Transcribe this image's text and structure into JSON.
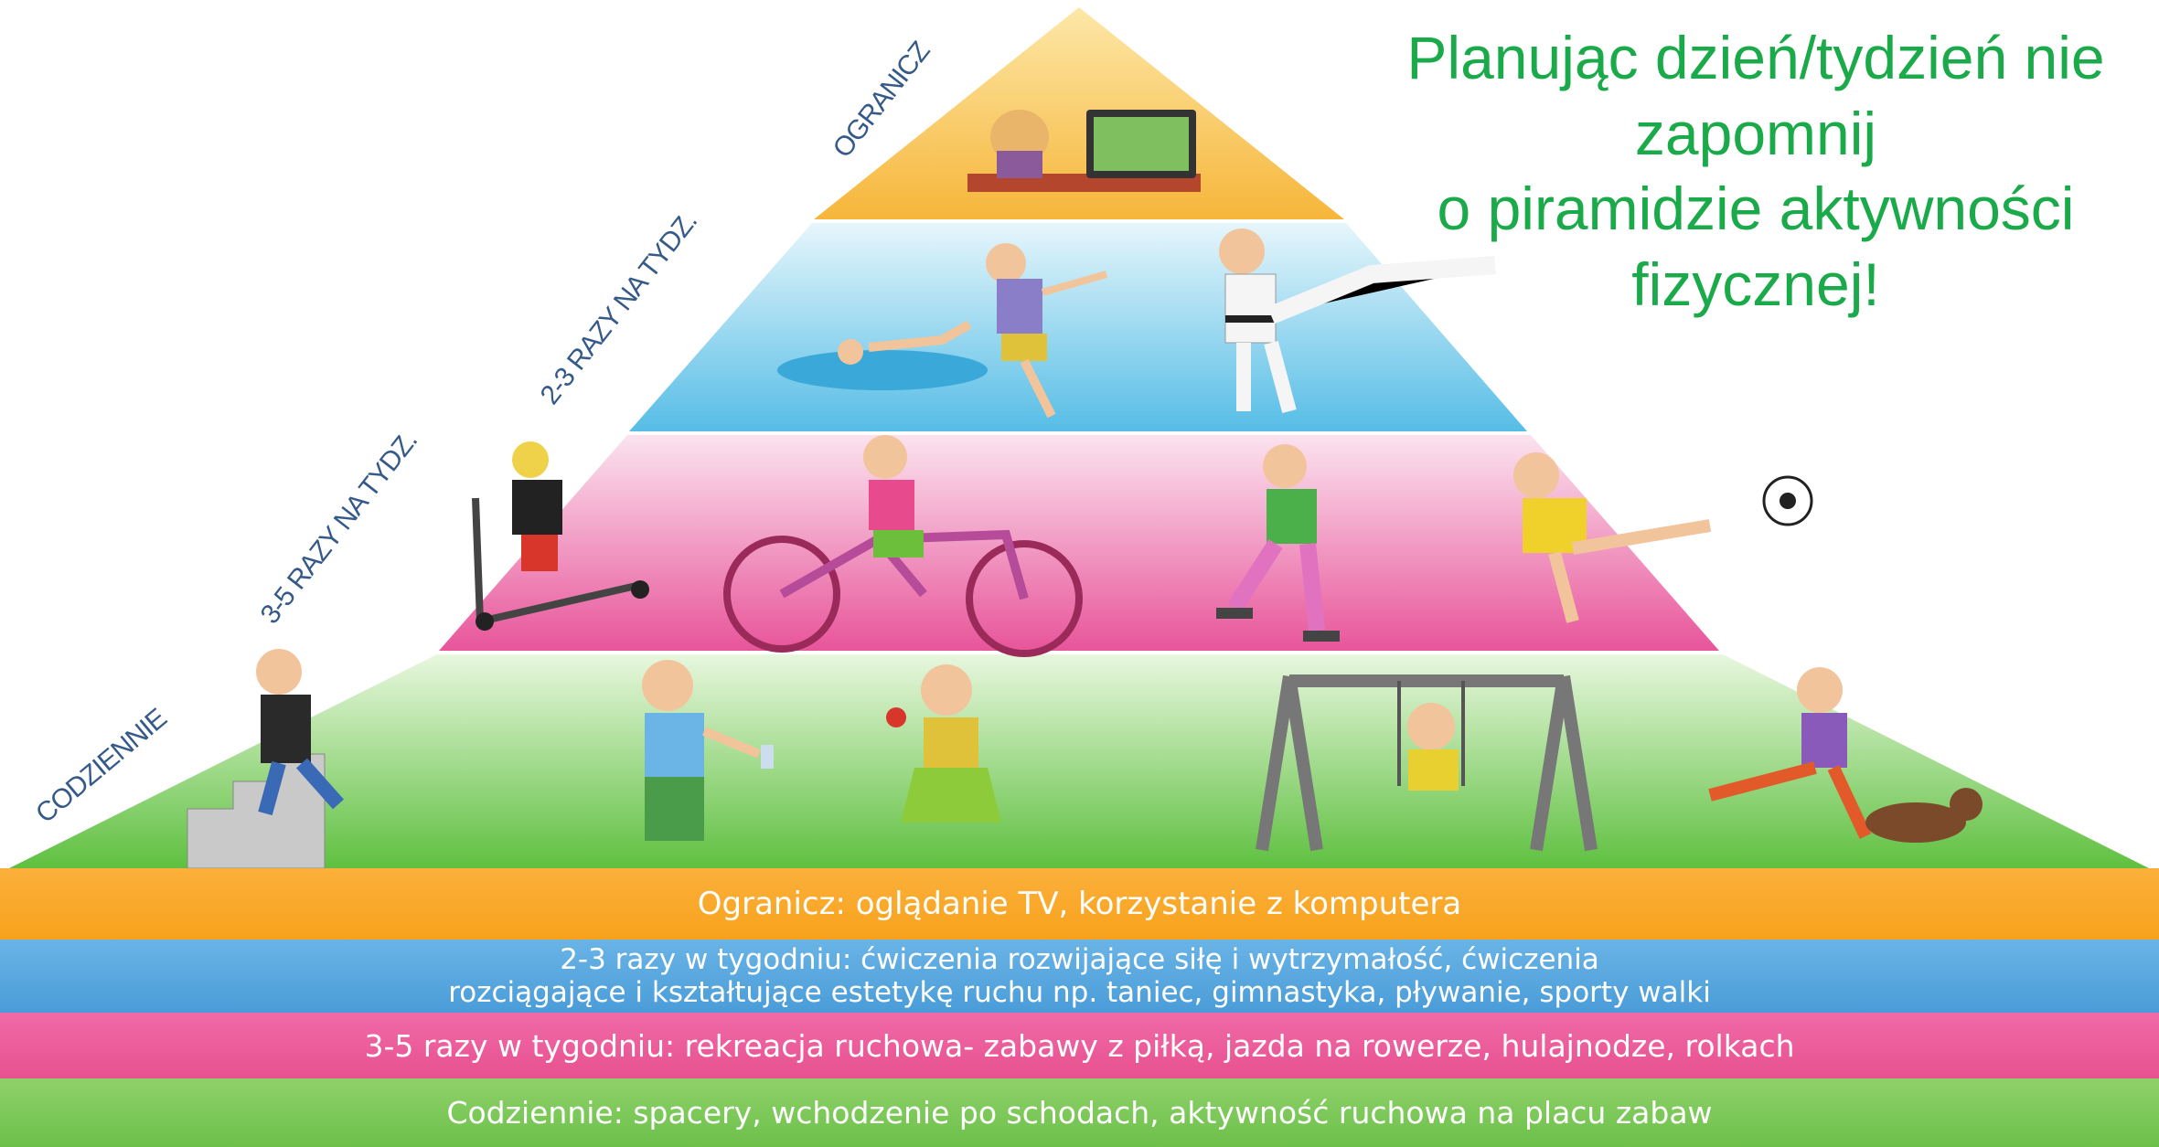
{
  "headline": {
    "line1": "Planując dzień/tydzień nie",
    "line2": "zapomnij",
    "line3": "o piramidzie aktywności",
    "line4": "fizycznej!"
  },
  "pyramid": {
    "tiers": [
      {
        "label": "OGRANICZ",
        "color": "#f9c24a"
      },
      {
        "label": "2-3 RAZY NA TYDZ.",
        "color": "#8fd3ef"
      },
      {
        "label": "3-5 RAZY NA TYDZ.",
        "color": "#f28cbf"
      },
      {
        "label": "CODZIENNIE",
        "color": "#8ed36e"
      }
    ]
  },
  "legend": {
    "ogranicz": "Ogranicz: oglądanie TV, korzystanie z komputera",
    "razy23_line1": "2-3 razy w tygodniu: ćwiczenia rozwijające siłę i wytrzymałość, ćwiczenia",
    "razy23_line2": "rozciągające i kształtujące estetykę ruchu np. taniec, gimnastyka, pływanie, sporty walki",
    "razy35": "3-5 razy w tygodniu: rekreacja ruchowa- zabawy z piłką, jazda na rowerze, hulajnodze, rolkach",
    "codziennie": "Codziennie: spacery, wchodzenie po schodach, aktywność ruchowa na placu zabaw"
  },
  "illustrations": [
    {
      "tier": "OGRANICZ",
      "items": [
        "watching-tv"
      ]
    },
    {
      "tier": "2-3 RAZY NA TYDZ.",
      "items": [
        "swimming",
        "dancing",
        "karate"
      ]
    },
    {
      "tier": "3-5 RAZY NA TYDZ.",
      "items": [
        "scooter",
        "bicycle",
        "rollerblading",
        "football"
      ]
    },
    {
      "tier": "CODZIENNIE",
      "items": [
        "climbing-stairs",
        "walking-to-school",
        "walking-with-apple",
        "swinging",
        "walking-dog"
      ]
    }
  ]
}
